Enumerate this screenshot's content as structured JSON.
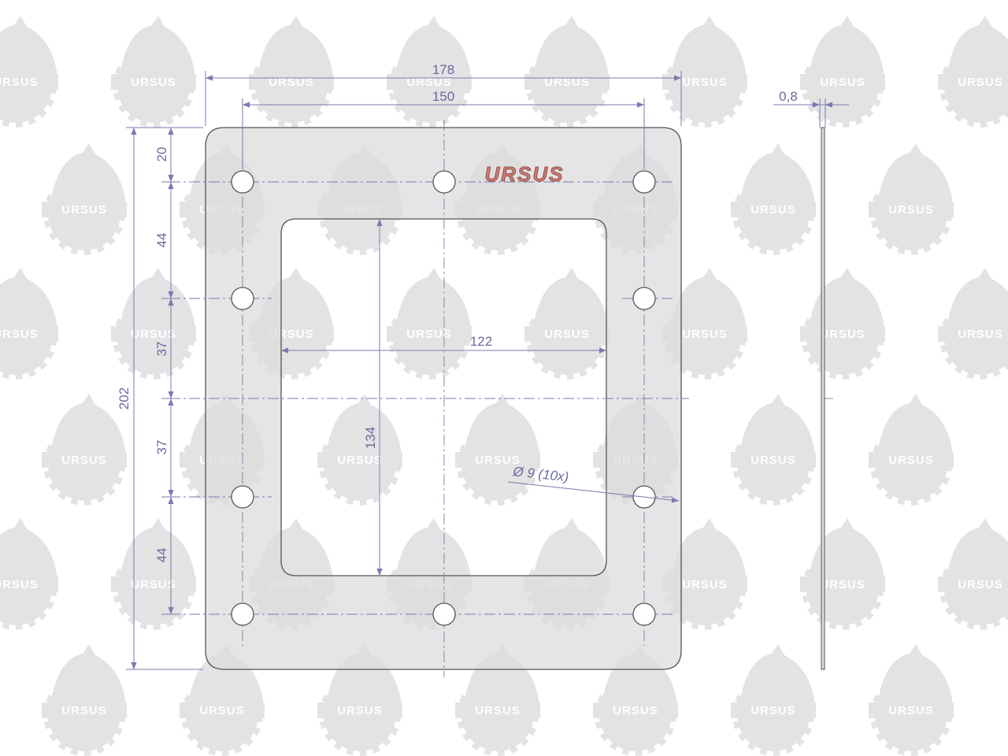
{
  "watermark": {
    "text": "URSUS",
    "color": "#e3e3e3"
  },
  "brand": {
    "logo_text": "URSUS",
    "logo_color": "#c97a74"
  },
  "colors": {
    "plate_fill": "#dcdcdc",
    "plate_stroke": "#555555",
    "dimension_line": "#7a7ab0",
    "dimension_text": "#6a6aa0"
  },
  "dimensions": {
    "overall_width": "178",
    "bolt_spacing_width": "150",
    "thickness": "0,8",
    "overall_height": "202",
    "top_edge_to_bolt": "20",
    "bolt_spacing_upper": "44",
    "bolt_spacing_mid_upper": "37",
    "bolt_spacing_mid_lower": "37",
    "bolt_spacing_lower": "44",
    "opening_width": "122",
    "opening_height": "134",
    "hole_diameter": "Ø 9  (10x)"
  },
  "bolt_holes": {
    "count": 10
  }
}
